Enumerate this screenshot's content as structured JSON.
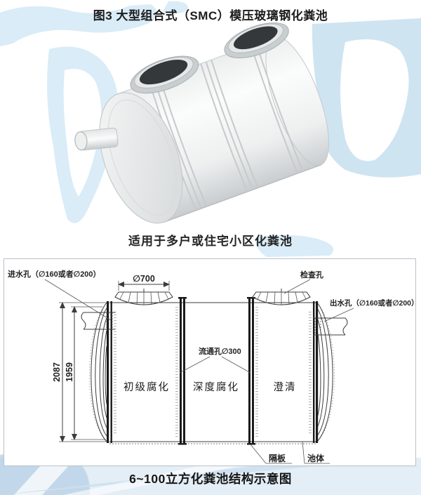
{
  "title": "图3 大型组合式（SMC）模压玻璃钢化粪池",
  "photo_caption": "适用于多户或住宅小区化粪池",
  "bottom_caption": "6~100立方化粪池结构示意图",
  "diagram": {
    "inlet_label": "进水孔（∅160或者∅200）",
    "manhole_dim": "∅700",
    "inspection_label": "检查孔",
    "outlet_label": "出水孔（∅160或者∅200）",
    "flow_hole_label": "流通孔∅300",
    "outer_height": "2087",
    "inner_height": "1959",
    "chambers": [
      "初级腐化",
      "深度腐化",
      "澄清"
    ],
    "partition_label": "隔板",
    "body_label": "池体"
  },
  "colors": {
    "line": "#3c3c3c",
    "map_light": "#d9ecf7",
    "map_mid": "#cfe4f1",
    "tank_shade": "#cfd3d5"
  }
}
